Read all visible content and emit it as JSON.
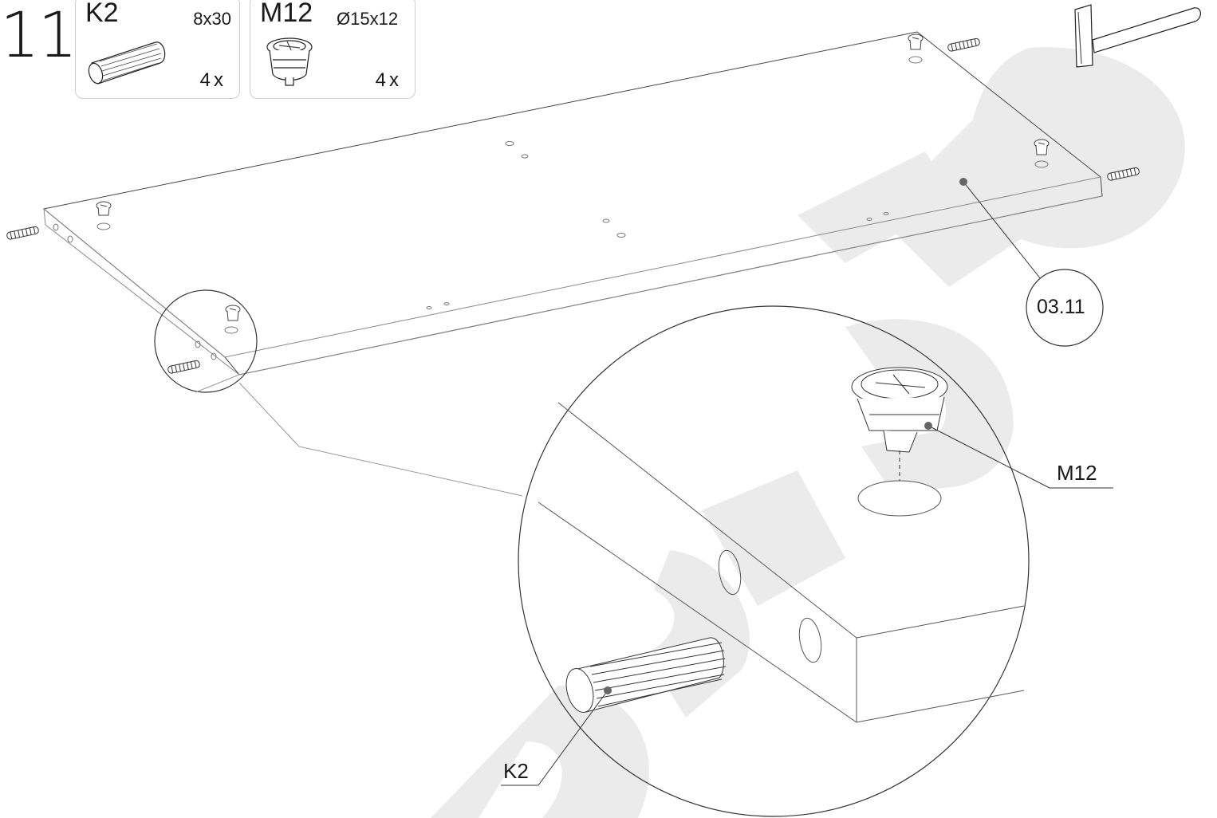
{
  "step": {
    "number": "11"
  },
  "parts": [
    {
      "code": "K2",
      "size": "8x30",
      "quantity": "4x",
      "icon": "wooden-dowel-icon"
    },
    {
      "code": "M12",
      "size": "Ø15x12",
      "quantity": "4x",
      "icon": "cam-lock-icon"
    }
  ],
  "tool": {
    "icon": "hammer-icon"
  },
  "callouts": {
    "panel_ref": "03.11",
    "cam_lock": "M12",
    "dowel": "K2"
  },
  "watermark": {
    "text": "ando",
    "color": "#ebebeb"
  },
  "colors": {
    "line": "#444444",
    "light_line": "#9a9a9a",
    "marker": "#666666"
  }
}
